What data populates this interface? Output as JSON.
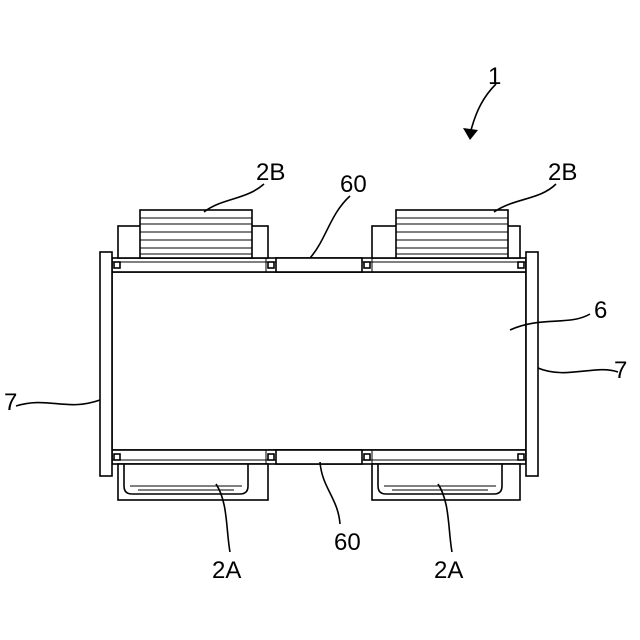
{
  "labels": {
    "assembly": "1",
    "upper_unit_left": "2B",
    "upper_unit_right": "2B",
    "connector_top": "60",
    "connector_bottom": "60",
    "body": "6",
    "end_plate_left": "7",
    "end_plate_right": "7",
    "lower_unit_left": "2A",
    "lower_unit_right": "2A"
  }
}
